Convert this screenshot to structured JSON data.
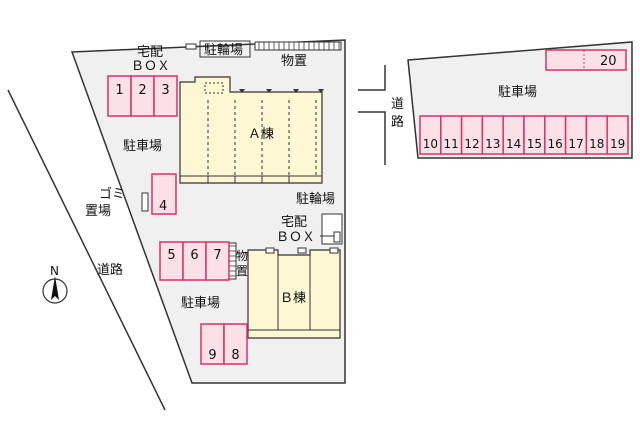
{
  "labels": {
    "delivery_box_top": [
      "宅配",
      "ＢＯＸ"
    ],
    "bicycle_top": "駐輪場",
    "storage_top": "物置",
    "parking_left": "駐車場",
    "building_a": "Ａ棟",
    "garbage": [
      "ゴミ",
      "置場"
    ],
    "bicycle_mid": "駐輪場",
    "delivery_box_mid": [
      "宅配",
      "ＢＯＸ"
    ],
    "storage_mid": [
      "物",
      "置"
    ],
    "parking_bottom": "駐車場",
    "building_b": "Ｂ棟",
    "road_left": "道路",
    "road_mid": [
      "道",
      "路"
    ],
    "parking_right": "駐車場",
    "north": "N"
  },
  "parking_spaces": {
    "group_1_3": [
      "1",
      "2",
      "3"
    ],
    "space_4": "4",
    "group_5_7": [
      "5",
      "6",
      "7"
    ],
    "group_8_9": [
      "9",
      "8"
    ],
    "space_20": "20",
    "group_10_19": [
      "10",
      "11",
      "12",
      "13",
      "14",
      "15",
      "16",
      "17",
      "18",
      "19"
    ]
  },
  "colors": {
    "parking_fill": "#fbe1e7",
    "parking_stroke": "#d6336c",
    "building_fill": "#fdf7d4",
    "lot_fill": "#f0f0f0",
    "outline": "#333333"
  }
}
